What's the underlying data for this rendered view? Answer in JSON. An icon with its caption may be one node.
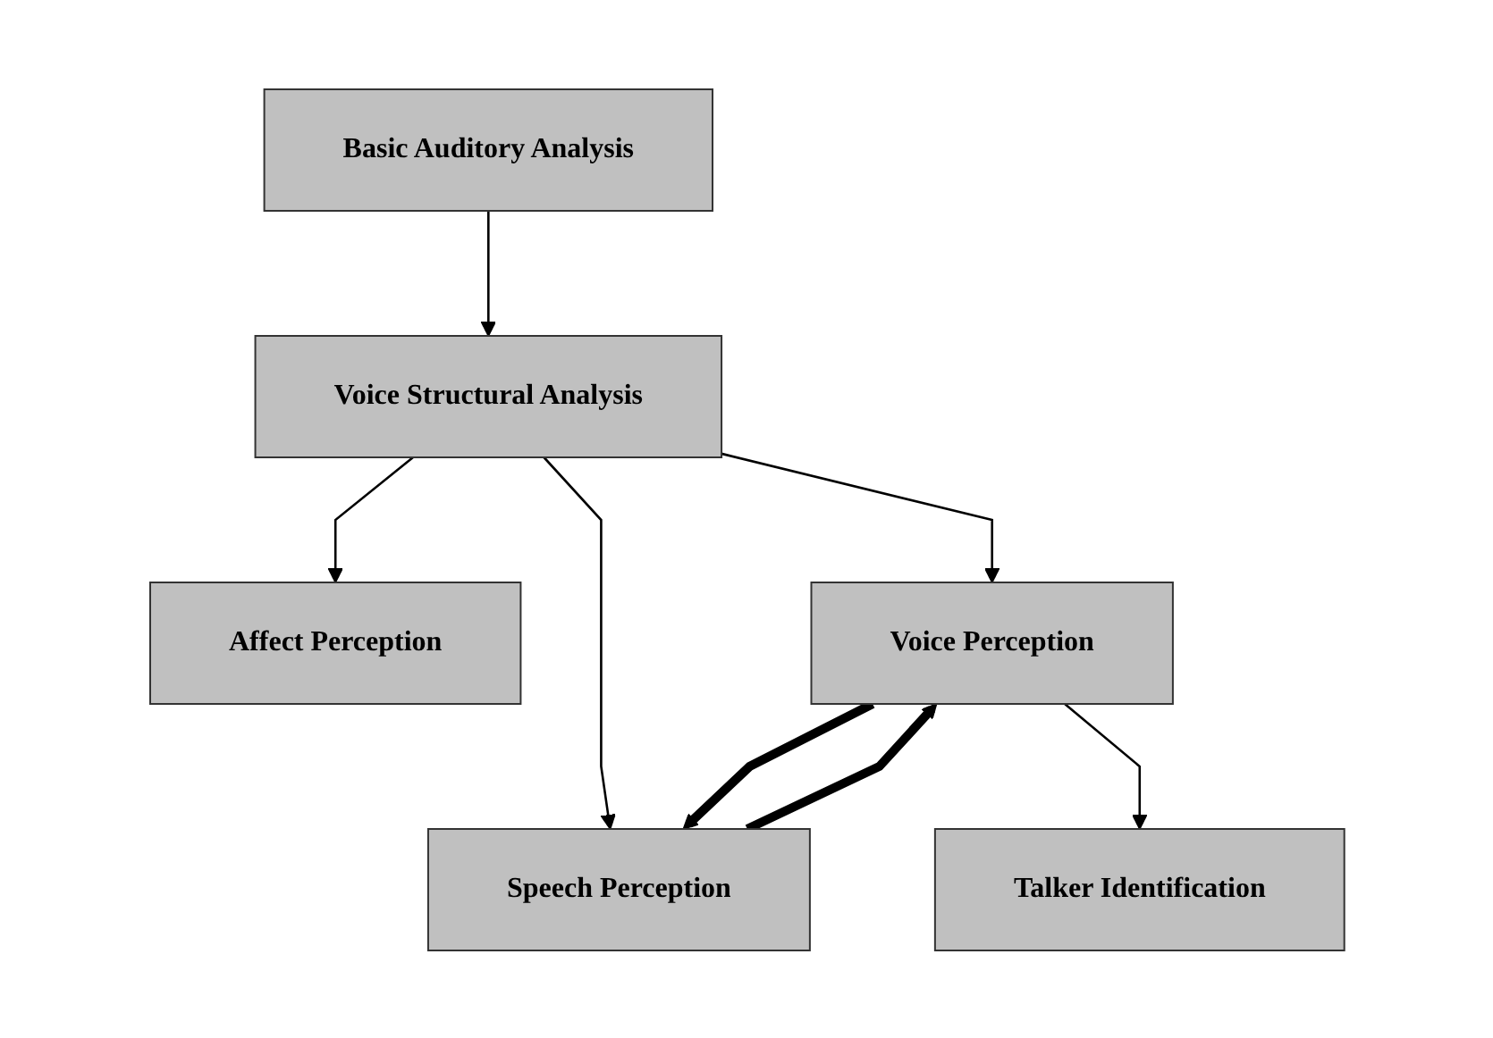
{
  "diagram": {
    "nodes": [
      {
        "text": [
          "Basic Auditory Analysis"
        ]
      },
      {
        "text": [
          "Voice Structural Analysis"
        ]
      },
      {
        "text": [
          "Affect Perception"
        ]
      },
      {
        "text": [
          "Voice Perception"
        ]
      },
      {
        "text": [
          "Speech Perception"
        ]
      },
      {
        "text": [
          "Talker Identification"
        ]
      }
    ],
    "edges": [
      {
        "from": 0,
        "to": 1,
        "arrow": "to"
      },
      {
        "from": 1,
        "to": 2,
        "arrow": "to"
      },
      {
        "from": 1,
        "to": 3,
        "arrow": "to"
      },
      {
        "from": 1,
        "to": 4,
        "arrow": "to"
      },
      {
        "from": 3,
        "to": 4,
        "arrow": "to",
        "style": "thick"
      },
      {
        "from": 4,
        "to": 3,
        "arrow": "to",
        "style": "thick"
      },
      {
        "from": 3,
        "to": 5,
        "arrow": "to"
      }
    ]
  }
}
